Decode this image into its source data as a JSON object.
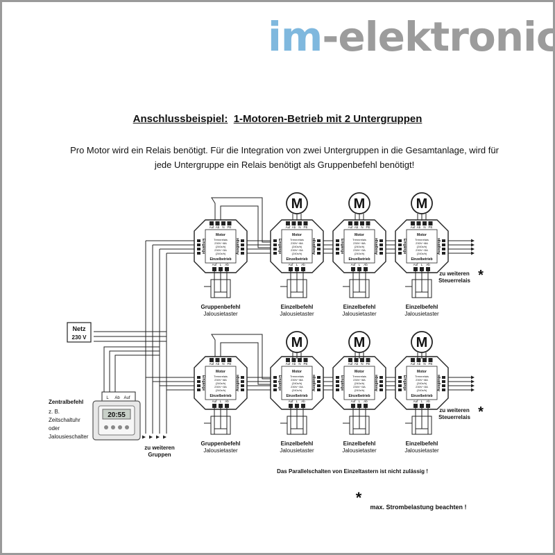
{
  "brand": {
    "logo_prefix": "im",
    "logo_rest": "-elektronics"
  },
  "heading": {
    "label": "Anschlussbeispiel:",
    "title": "1-Motoren-Betrieb mit 2 Untergruppen"
  },
  "intro": "Pro Motor wird ein Relais benötigt. Für die Integration von zwei Untergruppen in die Gesamtanlage, wird für jede Untergruppe ein Relais benötigt als Gruppenbefehl benötigt!",
  "netz": {
    "line1": "Netz",
    "line2": "230 V"
  },
  "central": {
    "title": "Zentralbefehl",
    "lines": [
      "z. B.",
      "Zeitschaltuhr",
      "oder",
      "Jalousieschalter"
    ],
    "display": "20:55",
    "terminals": [
      "L",
      "Ab",
      "Auf"
    ]
  },
  "relay": {
    "top_terminals": [
      "Auf",
      "Ab",
      "N",
      "PE"
    ],
    "bottom_terminals": [
      "Auf",
      "L",
      "Ab"
    ],
    "label_motor": "Motor",
    "spec_lines": [
      "Trennrelais",
      "230V~/8A",
      "(240x/h)",
      "230V~/3A",
      "(240x/h)"
    ],
    "label_mode": "Einzelbetrieb",
    "side_left": "Eingänge",
    "side_right": "Ausgänge"
  },
  "motor_symbol": "M",
  "captions": {
    "group": [
      "Gruppenbefehl",
      "Jalousietaster"
    ],
    "single": [
      "Einzelbefehl",
      "Jalousietaster"
    ]
  },
  "further_relays": [
    "zu weiteren",
    "Steuerrelais"
  ],
  "further_groups": [
    "zu weiteren",
    "Gruppen"
  ],
  "asterisk": "*",
  "notes": {
    "parallel": "Das Parallelschalten von Einzeltastern ist nicht zulässig !",
    "load": "max. Strombelastung beachten !"
  }
}
